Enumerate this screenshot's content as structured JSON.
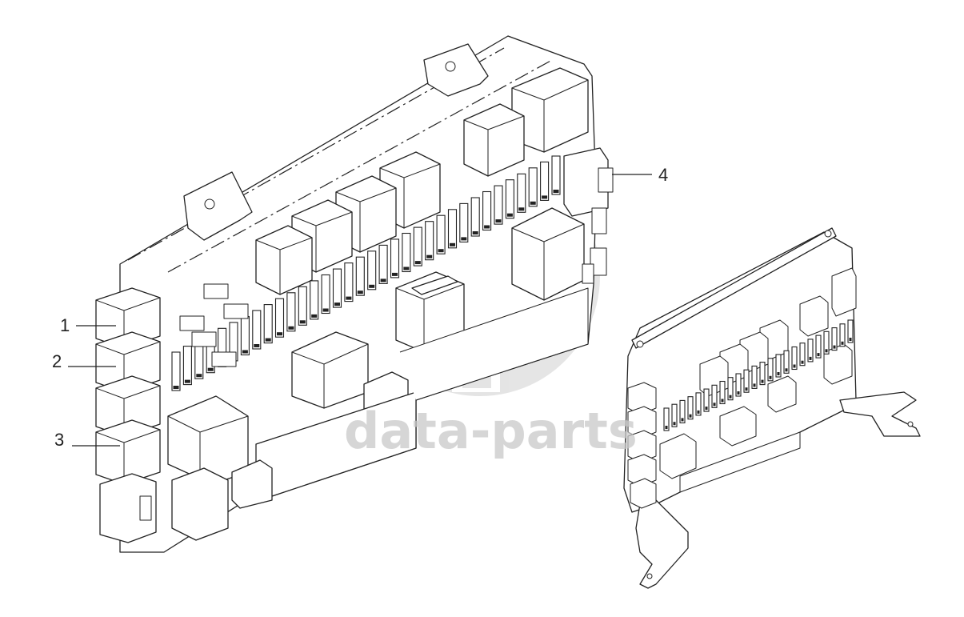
{
  "callouts": [
    {
      "id": "1",
      "label": "1"
    },
    {
      "id": "2",
      "label": "2"
    },
    {
      "id": "3",
      "label": "3"
    },
    {
      "id": "4",
      "label": "4"
    }
  ],
  "watermark": {
    "text": "data-parts",
    "color": "#c9c9c9"
  },
  "colors": {
    "line": "#222222",
    "background": "#ffffff"
  }
}
